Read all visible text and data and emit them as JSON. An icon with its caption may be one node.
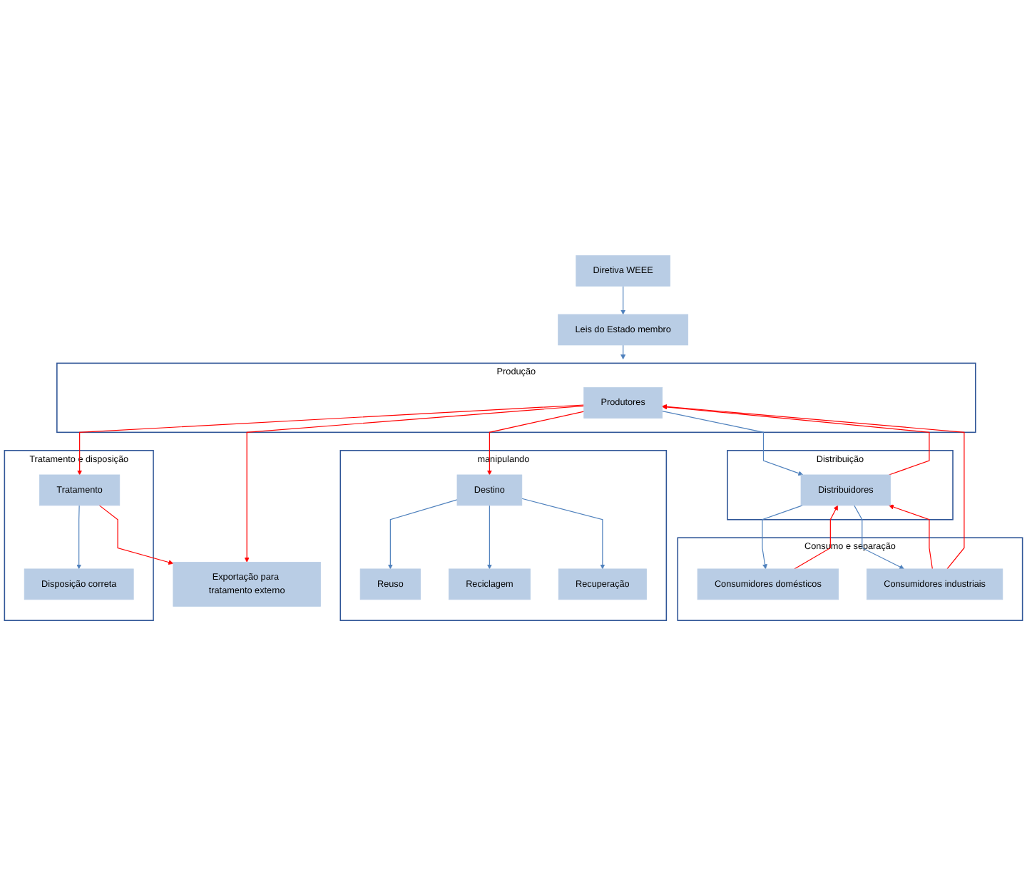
{
  "diagram": {
    "nodes": [
      {
        "text": [
          "Diretiva WEEE"
        ]
      },
      {
        "text": [
          "Leis do Estado membro"
        ]
      },
      {
        "text": [
          "Produção"
        ]
      },
      {
        "text": [
          "Produtores"
        ],
        "in": 2
      },
      {
        "text": [
          "Distribuição"
        ]
      },
      {
        "text": [
          "Distribuidores"
        ],
        "in": 4
      },
      {
        "text": [
          "Consumo e separação"
        ]
      },
      {
        "text": [
          "Consumidores domésticos"
        ],
        "in": 6
      },
      {
        "text": [
          "Consumidores industriais"
        ],
        "in": 6
      },
      {
        "text": [
          "manipulando"
        ]
      },
      {
        "text": [
          "Destino"
        ],
        "in": 9
      },
      {
        "text": [
          "Reuso"
        ],
        "in": 9
      },
      {
        "text": [
          "Reciclagem"
        ],
        "in": 9
      },
      {
        "text": [
          "Recuperação"
        ],
        "in": 9
      },
      {
        "text": [
          "Tratamento e disposição"
        ]
      },
      {
        "text": [
          "Tratamento"
        ],
        "in": 14
      },
      {
        "text": [
          "Disposição correta"
        ],
        "in": 14
      },
      {
        "text": [
          "Exportação para tratamento externo"
        ]
      }
    ],
    "edges": [
      {
        "from": 0,
        "to": 1,
        "arrow": "to"
      },
      {
        "from": 1,
        "to": 2,
        "arrow": "to"
      },
      {
        "from": 3,
        "to": 5,
        "arrow": "to"
      },
      {
        "from": 5,
        "to": 3,
        "arrow": "to",
        "color": "#ff0000"
      },
      {
        "from": 5,
        "to": 7,
        "arrow": "to"
      },
      {
        "from": 7,
        "to": 5,
        "arrow": "to",
        "color": "#ff0000"
      },
      {
        "from": 8,
        "to": 5,
        "arrow": "to",
        "color": "#ff0000"
      },
      {
        "from": 5,
        "to": 8,
        "arrow": "to"
      },
      {
        "from": 8,
        "to": 3,
        "arrow": "to",
        "color": "#ff0000"
      },
      {
        "from": 3,
        "to": 10,
        "arrow": "to",
        "color": "#ff0000"
      },
      {
        "from": 3,
        "to": 15,
        "arrow": "to",
        "color": "#ff0000"
      },
      {
        "from": 3,
        "to": 17,
        "arrow": "to",
        "color": "#ff0000"
      },
      {
        "from": 10,
        "to": 11,
        "arrow": "to"
      },
      {
        "from": 10,
        "to": 12,
        "arrow": "to"
      },
      {
        "from": 10,
        "to": 13,
        "arrow": "to"
      },
      {
        "from": 15,
        "to": 16,
        "arrow": "to"
      },
      {
        "from": 15,
        "to": 17,
        "arrow": "to",
        "color": "#ff0000"
      }
    ]
  }
}
